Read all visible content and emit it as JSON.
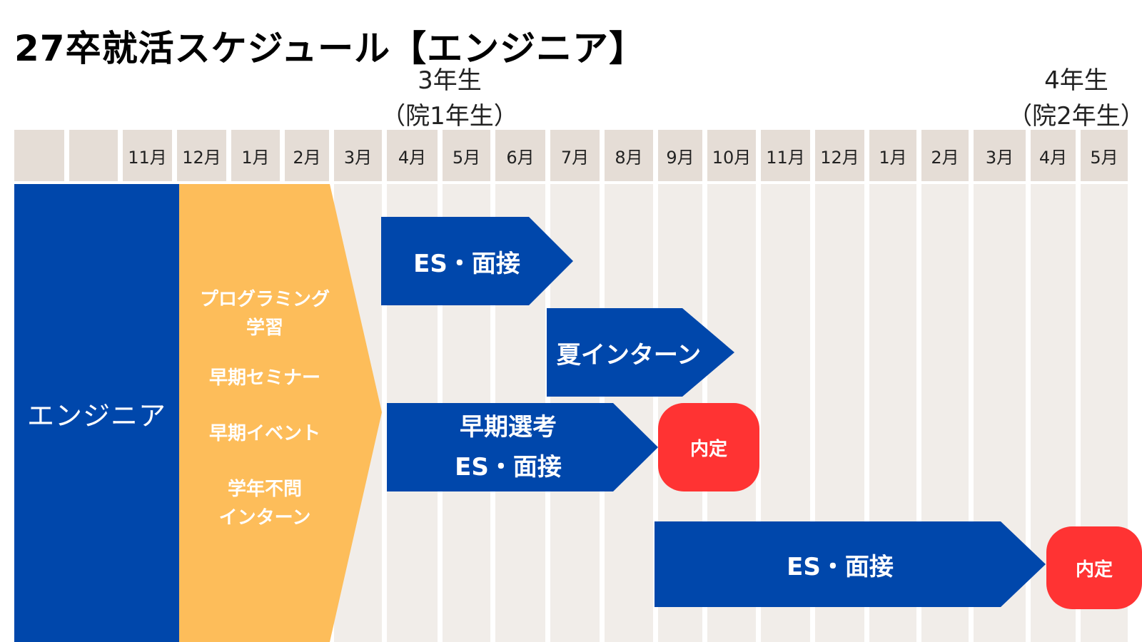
{
  "title": "27卒就活スケジュール【エンジニア】",
  "year_labels": {
    "third": "3年生\n（院1年生）",
    "fourth": "4年生\n（院2年生）"
  },
  "months": [
    "",
    "",
    "11月",
    "12月",
    "1月",
    "2月",
    "3月",
    "4月",
    "5月",
    "6月",
    "7月",
    "8月",
    "9月",
    "10月",
    "11月",
    "12月",
    "1月",
    "2月",
    "3月",
    "4月",
    "5月"
  ],
  "row_label": "エンジニア",
  "prep_items": [
    "プログラミング\n学習",
    "早期セミナー",
    "早期イベント",
    "学年不問\nインターン"
  ],
  "phases": {
    "es_interview_1": "ES・面接",
    "summer_intern": "夏インターン",
    "early_selection": "早期選考\nES・面接",
    "es_interview_2": "ES・面接"
  },
  "offers": {
    "offer_1": "内定",
    "offer_2": "内定"
  },
  "colors": {
    "blue": "#0047ab",
    "orange": "#fdbd5a",
    "red": "#ff3333",
    "header_gray": "#e5ddd6",
    "column_gray": "#f1ede9"
  }
}
